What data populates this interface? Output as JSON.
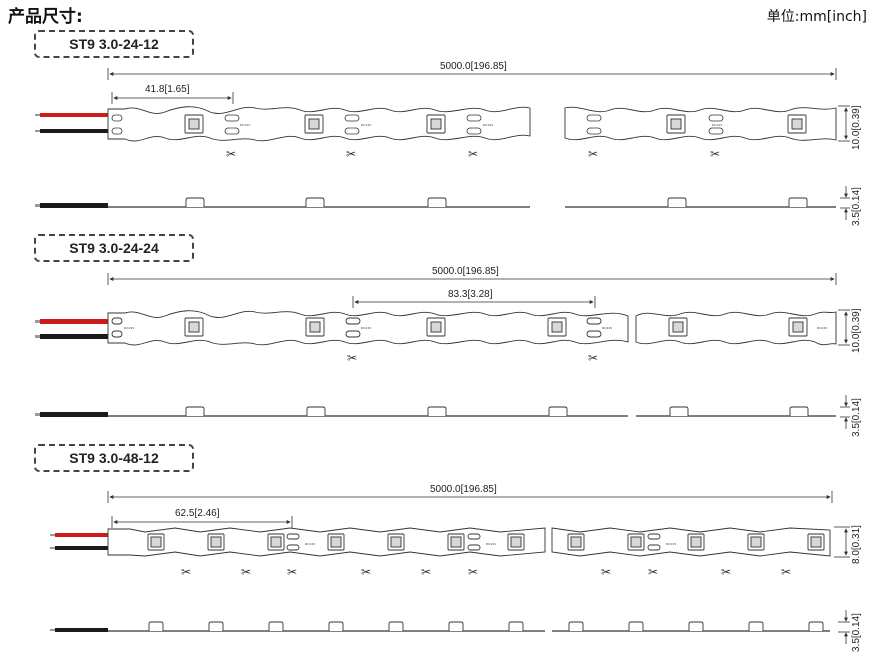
{
  "header": {
    "title": "产品尺寸:",
    "units": "单位:mm[inch]"
  },
  "models": [
    {
      "name": "ST9 3.0-24-12",
      "total_length": "5000.0[196.85]",
      "pitch": "41.8[1.65]",
      "width": "10.0[0.39]",
      "height": "3.5[0.14]",
      "label": "DC12V"
    },
    {
      "name": "ST9 3.0-24-24",
      "total_length": "5000.0[196.85]",
      "pitch": "83.3[3.28]",
      "width": "10.0[0.39]",
      "height": "3.5[0.14]",
      "label": "DC24V"
    },
    {
      "name": "ST9 3.0-48-12",
      "total_length": "5000.0[196.85]",
      "pitch": "62.5[2.46]",
      "width": "8.0[0.31]",
      "height": "3.5[0.14]",
      "label": "DC12V"
    }
  ],
  "colors": {
    "wire_red": "#cc1b1b",
    "wire_black": "#1a1a1a",
    "line": "#333333"
  }
}
